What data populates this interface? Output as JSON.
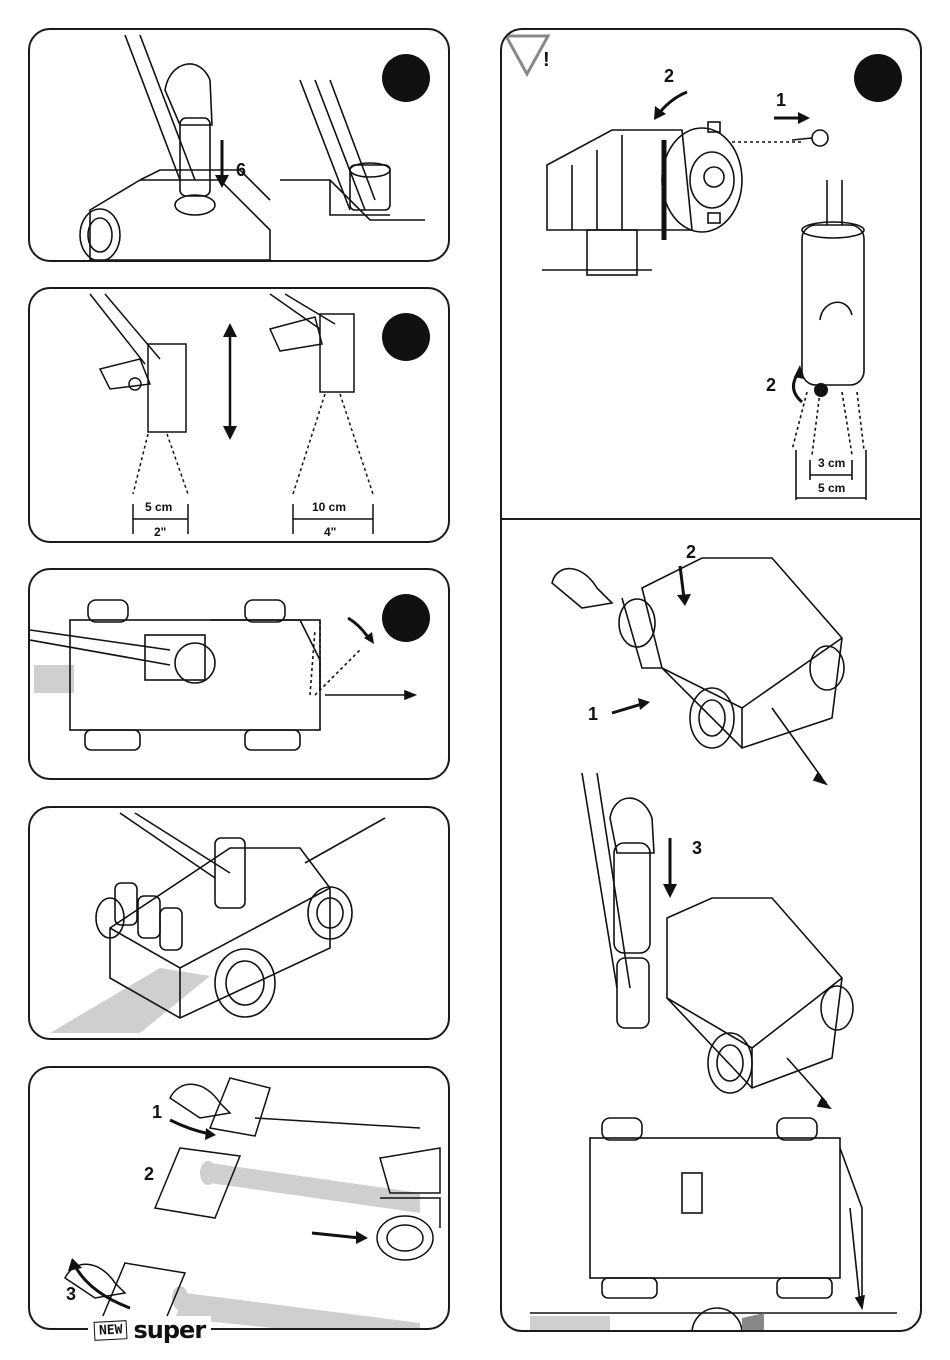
{
  "panel1": {
    "step_label": "6"
  },
  "panel2": {
    "dim_left_metric": "5 cm",
    "dim_left_imperial": "2\"",
    "dim_right_metric": "10 cm",
    "dim_right_imperial": "4\""
  },
  "panel5": {
    "step1": "1",
    "step2": "2",
    "step3": "3"
  },
  "right_top": {
    "step1": "1",
    "step2a": "2",
    "step2b": "2",
    "dim_inner": "3 cm",
    "dim_outer": "5 cm",
    "warning_symbol": "!"
  },
  "right_bottom": {
    "step1": "1",
    "step2": "2",
    "step3": "3"
  },
  "logo": {
    "new": "NEW",
    "brand": "super"
  },
  "colors": {
    "ink": "#111111",
    "stripe": "#cfcfcf",
    "badge": "#111111"
  }
}
